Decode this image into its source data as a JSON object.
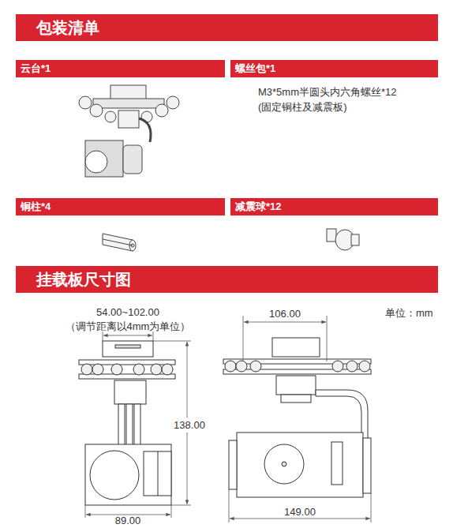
{
  "diagram": {
    "nodes": [
      {
        "text": [
          "包装清单"
        ]
      },
      {
        "text": [
          "云台*1"
        ]
      },
      {
        "text": [
          "螺丝包*1"
        ]
      },
      {
        "text": [
          "铜柱*4"
        ]
      },
      {
        "text": [
          "减震球*12"
        ]
      },
      {
        "text": [
          "挂载板尺寸图"
        ]
      }
    ],
    "edges": [],
    "labels": [
      "M3*5mm半圆头内六角螺丝*12",
      "(固定铜柱及减震板)",
      "54.00~102.00",
      "（调节距离以4mm为单位）",
      "106.00",
      "单位：mm",
      "138.00",
      "89.00",
      "149.00"
    ]
  }
}
